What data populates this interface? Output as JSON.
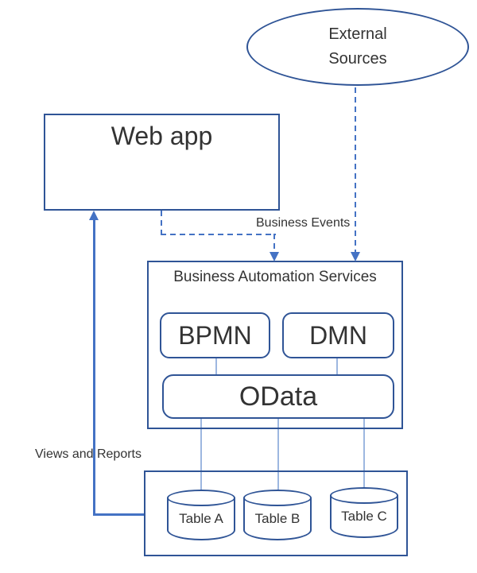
{
  "colors": {
    "border": "#2F5496",
    "arrow": "#4472C4",
    "connector": "#9DB7E0",
    "text": "#333333"
  },
  "nodes": {
    "external_sources": {
      "label": "External Sources"
    },
    "web_app": {
      "label": "Web app"
    },
    "business_automation": {
      "title": "Business Automation Services",
      "bpmn": "BPMN",
      "dmn": "DMN",
      "odata": "OData"
    },
    "database": {
      "tables": [
        "Table A",
        "Table B",
        "Table C"
      ]
    }
  },
  "edges": {
    "business_events_label": "Business Events",
    "views_and_reports_label": "Views and Reports"
  }
}
